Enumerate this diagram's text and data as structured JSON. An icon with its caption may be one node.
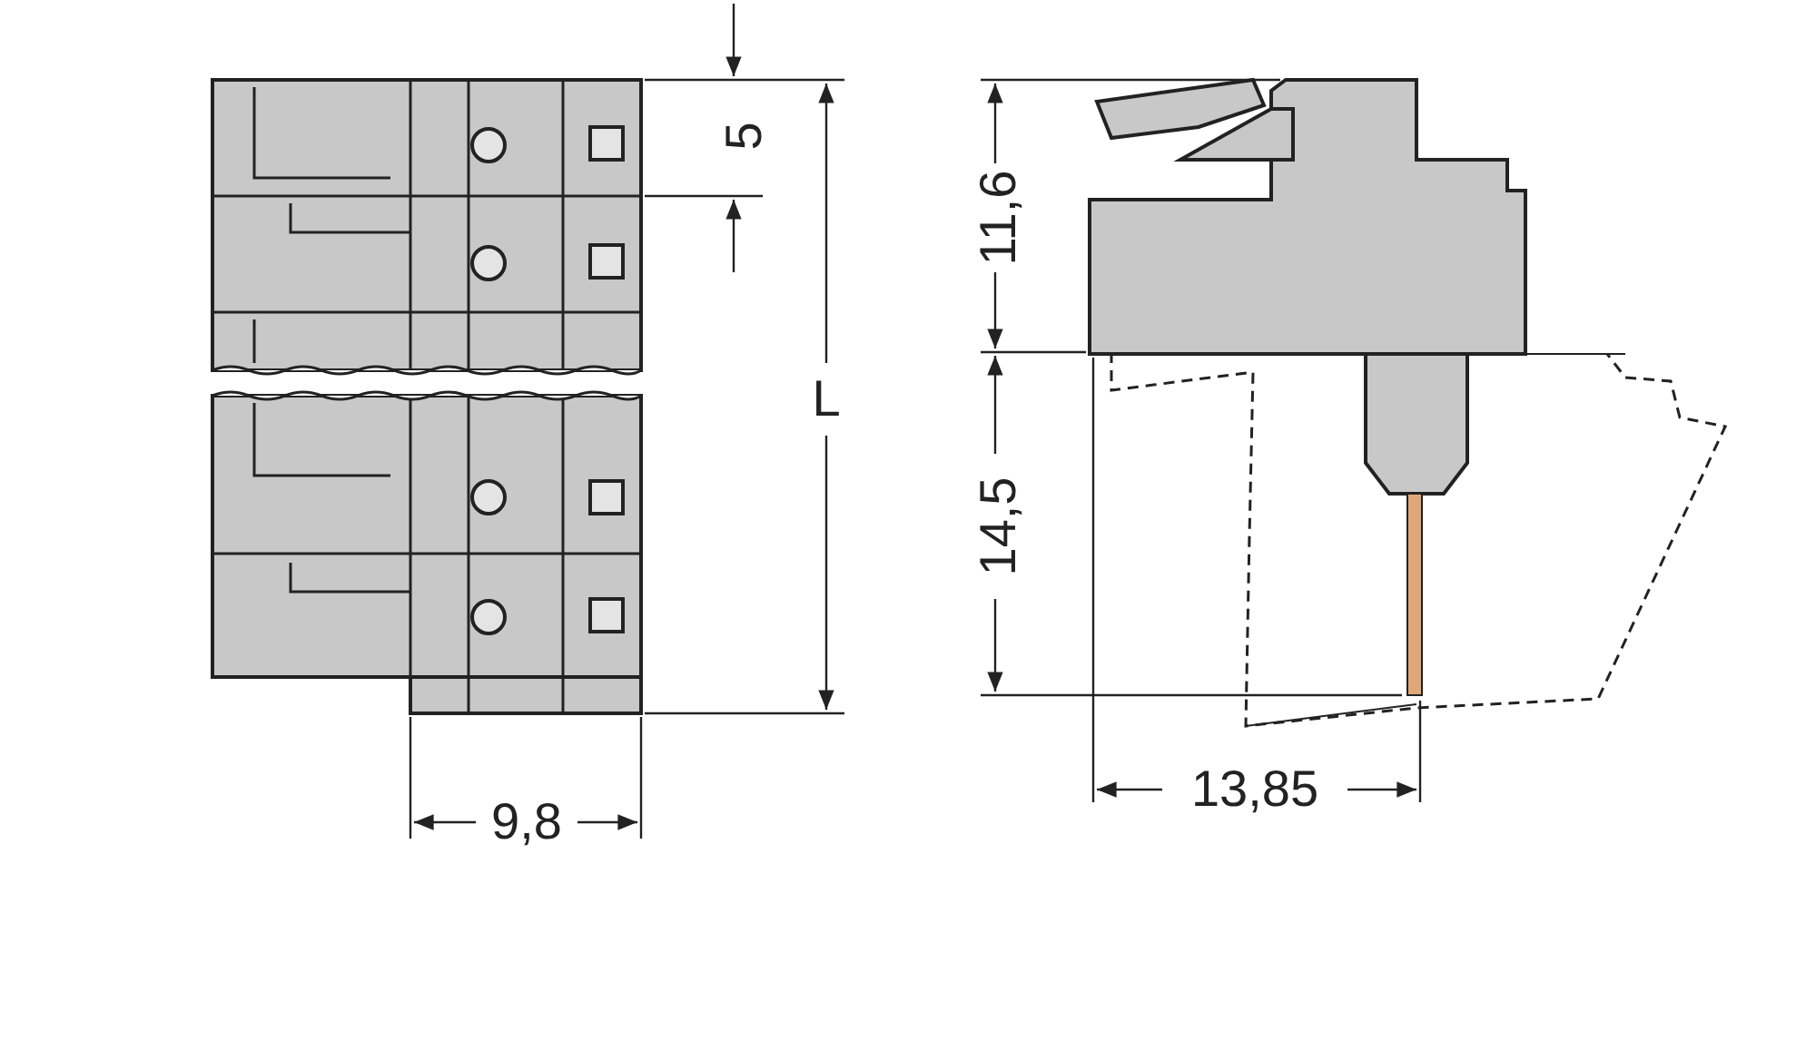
{
  "diagram": {
    "labels": [
      "5",
      "L",
      "11,6",
      "14,5",
      "9,8",
      "13,85"
    ]
  }
}
